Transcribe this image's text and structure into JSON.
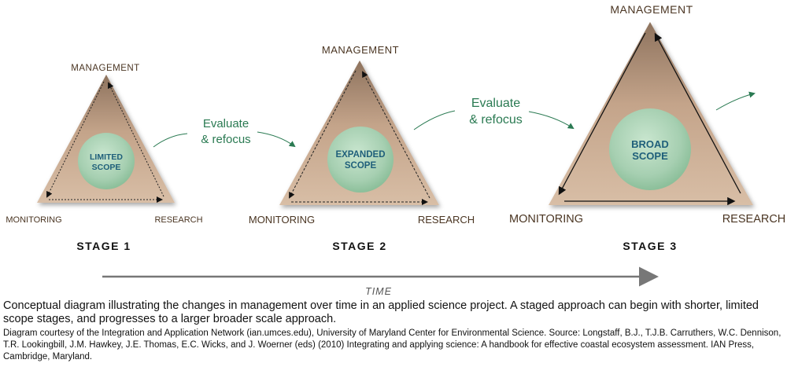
{
  "stages": [
    {
      "label": "STAGE 1",
      "scope_line1": "LIMITED",
      "scope_line2": "SCOPE",
      "top_label": "MANAGEMENT",
      "left_label": "MONITORING",
      "right_label": "RESEARCH"
    },
    {
      "label": "STAGE 2",
      "scope_line1": "EXPANDED",
      "scope_line2": "SCOPE",
      "top_label": "MANAGEMENT",
      "left_label": "MONITORING",
      "right_label": "RESEARCH"
    },
    {
      "label": "STAGE 3",
      "scope_line1": "BROAD",
      "scope_line2": "SCOPE",
      "top_label": "MANAGEMENT",
      "left_label": "MONITORING",
      "right_label": "RESEARCH"
    }
  ],
  "transitions": [
    {
      "line1": "Evaluate",
      "line2": "& refocus"
    },
    {
      "line1": "Evaluate",
      "line2": "& refocus"
    }
  ],
  "time_label": "TIME",
  "caption": "Conceptual diagram illustrating the changes in management over time in an applied science project.  A staged approach can begin with shorter, limited scope stages, and progresses to a larger broader scale approach.",
  "credit": "Diagram courtesy of the Integration and Application Network (ian.umces.edu), University of Maryland Center for Environmental Science. Source: Longstaff, B.J., T.J.B. Carruthers, W.C. Dennison, T.R. Lookingbill, J.M. Hawkey, J.E. Thomas, E.C. Wicks, and J. Woerner (eds) (2010) Integrating and applying science: A handbook for effective coastal ecosystem assessment. IAN Press, Cambridge, Maryland.",
  "colors": {
    "triangle": "#c6a58a",
    "circle": "#a8d0b2",
    "scope_text": "#1f5f7a",
    "label_text": "#4a3522",
    "arrow_green": "#2a7a52",
    "time_arrow": "#777777"
  }
}
